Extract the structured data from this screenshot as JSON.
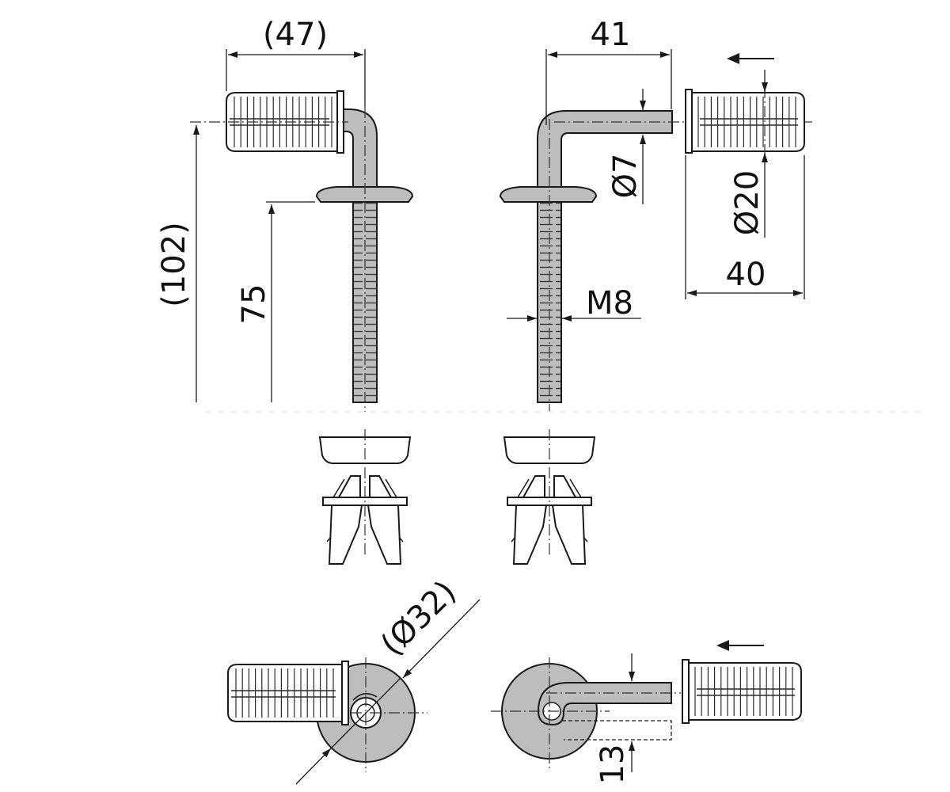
{
  "colors": {
    "line": "#1a1a1a",
    "metal_fill": "#bdbdbd",
    "background": "#ffffff"
  },
  "dimensions": {
    "left_width": "(47)",
    "right_width": "41",
    "total_height": "(102)",
    "thread_length": "75",
    "pin_diameter": "Ø7",
    "sleeve_diameter": "Ø20",
    "sleeve_length": "40",
    "thread_size": "M8",
    "washer_diameter": "(Ø32)",
    "offset": "13"
  },
  "icons": {
    "insert_direction_top": "left-arrow-icon",
    "insert_direction_bottom": "left-arrow-icon"
  }
}
